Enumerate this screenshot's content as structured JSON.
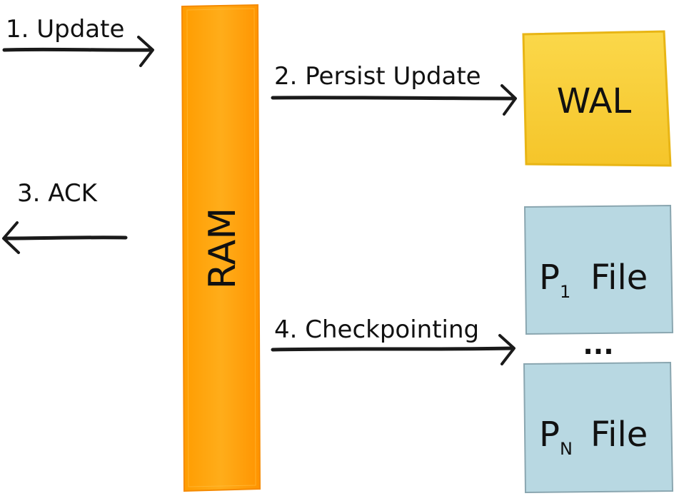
{
  "steps": {
    "update": "1. Update",
    "persist": "2. Persist Update",
    "ack": "3. ACK",
    "checkpoint": "4. Checkpointing"
  },
  "ram": {
    "label": "RAM",
    "color": "#ffa50a"
  },
  "wal": {
    "label": "WAL",
    "color": "#fad13a"
  },
  "files": {
    "file1": {
      "letter": "P",
      "subscript": "1",
      "label": "File"
    },
    "ellipsis": "...",
    "fileN": {
      "letter": "P",
      "subscript": "N",
      "label": "File"
    },
    "color": "#b8d8e2"
  }
}
